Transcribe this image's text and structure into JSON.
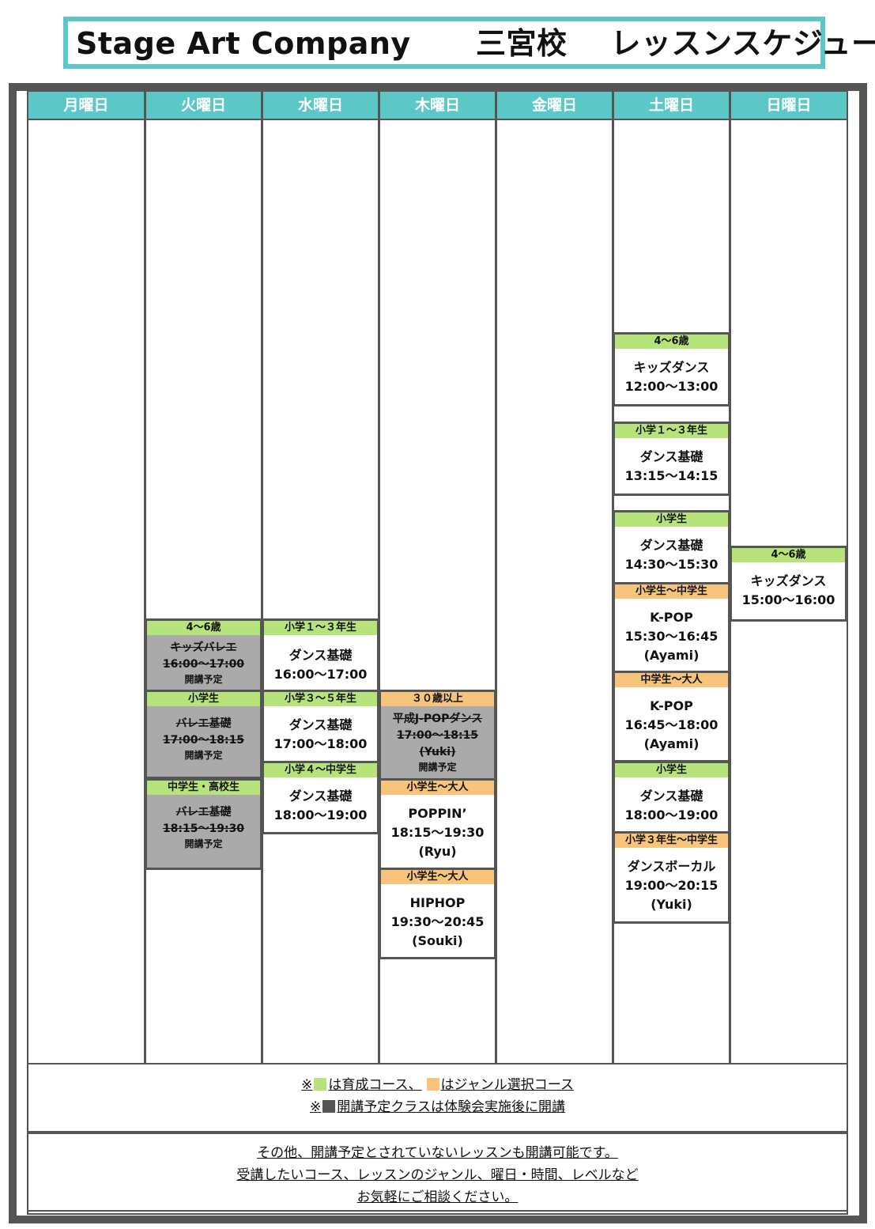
{
  "title": "Stage Art Company      三宮校    レッスンスケジュール",
  "colors": {
    "accent": "#5bc7c7",
    "green": "#b7e47a",
    "orange": "#f6c47a",
    "planned_gray": "#aaaaaa",
    "border": "#555555"
  },
  "days": [
    "月曜日",
    "火曜日",
    "水曜日",
    "木曜日",
    "金曜日",
    "土曜日",
    "日曜日"
  ],
  "lessons": {
    "tue": [
      {
        "tag": "4～6歳",
        "tag_color": "green",
        "lines": [
          "キッズバレエ",
          "16:00～17:00"
        ],
        "note": "開講予定"
      },
      {
        "tag": "小学生",
        "tag_color": "green",
        "lines": [
          "バレエ基礎",
          "17:00～18:15"
        ],
        "note": "開講予定"
      },
      {
        "tag": "中学生・高校生",
        "tag_color": "green",
        "lines": [
          "バレエ基礎",
          "18:15～19:30"
        ],
        "note": "開講予定"
      }
    ],
    "wed": [
      {
        "tag": "小学１～３年生",
        "tag_color": "green",
        "lines": [
          "ダンス基礎",
          "16:00～17:00"
        ]
      },
      {
        "tag": "小学３～５年生",
        "tag_color": "green",
        "lines": [
          "ダンス基礎",
          "17:00～18:00"
        ]
      },
      {
        "tag": "小学４～中学生",
        "tag_color": "green",
        "lines": [
          "ダンス基礎",
          "18:00～19:00"
        ]
      }
    ],
    "thu": [
      {
        "tag": "３０歳以上",
        "tag_color": "orange",
        "lines": [
          "平成J-POPダンス",
          "17:00～18:15",
          "(Yuki)"
        ],
        "note": "開講予定"
      },
      {
        "tag": "小学生～大人",
        "tag_color": "orange",
        "lines": [
          "POPPIN’",
          "18:15～19:30",
          "(Ryu)"
        ]
      },
      {
        "tag": "小学生～大人",
        "tag_color": "orange",
        "lines": [
          "HIPHOP",
          "19:30～20:45",
          "(Souki)"
        ]
      }
    ],
    "sat": [
      {
        "tag": "4～6歳",
        "tag_color": "green",
        "lines": [
          "キッズダンス",
          "12:00～13:00"
        ]
      },
      {
        "tag": "小学１～３年生",
        "tag_color": "green",
        "lines": [
          "ダンス基礎",
          "13:15～14:15"
        ]
      },
      {
        "tag": "小学生",
        "tag_color": "green",
        "lines": [
          "ダンス基礎",
          "14:30～15:30"
        ]
      },
      {
        "tag": "小学生～中学生",
        "tag_color": "orange",
        "lines": [
          "K-POP",
          "15:30～16:45",
          "(Ayami)"
        ]
      },
      {
        "tag": "中学生～大人",
        "tag_color": "orange",
        "lines": [
          "K-POP",
          "16:45～18:00",
          "(Ayami)"
        ]
      },
      {
        "tag": "小学生",
        "tag_color": "green",
        "lines": [
          "ダンス基礎",
          "18:00～19:00"
        ]
      },
      {
        "tag": "小学３年生～中学生",
        "tag_color": "orange",
        "lines": [
          "ダンスボーカル",
          "19:00～20:15",
          "(Yuki)"
        ]
      }
    ],
    "sun": [
      {
        "tag": "4～6歳",
        "tag_color": "green",
        "lines": [
          "キッズダンス",
          "15:00～16:00"
        ]
      }
    ]
  },
  "legend": {
    "line1_prefix": "※",
    "line1_green_text": "は育成コース、",
    "line1_orange_text": "はジャンル選択コース",
    "line2_prefix": "※",
    "line2_text": "開講予定クラスは体験会実施後に開講"
  },
  "notes": [
    "その他、開講予定とされていないレッスンも開講可能です。",
    "受講したいコース、レッスンのジャンル、曜日・時間、レベルなど",
    "お気軽にご相談ください。"
  ]
}
